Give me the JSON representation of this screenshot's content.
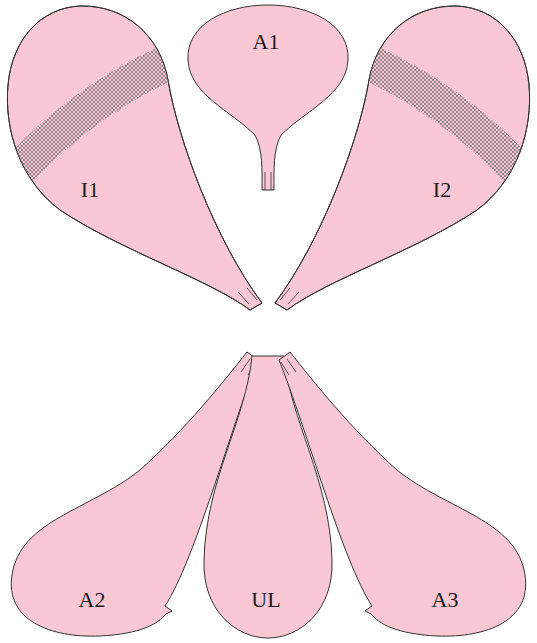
{
  "diagram": {
    "nodes": [
      {
        "text": [
          "I1"
        ]
      },
      {
        "text": [
          "A1"
        ]
      },
      {
        "text": [
          "I2"
        ]
      },
      {
        "text": [
          "A2"
        ]
      },
      {
        "text": [
          "UL"
        ]
      },
      {
        "text": [
          "A3"
        ]
      }
    ]
  }
}
